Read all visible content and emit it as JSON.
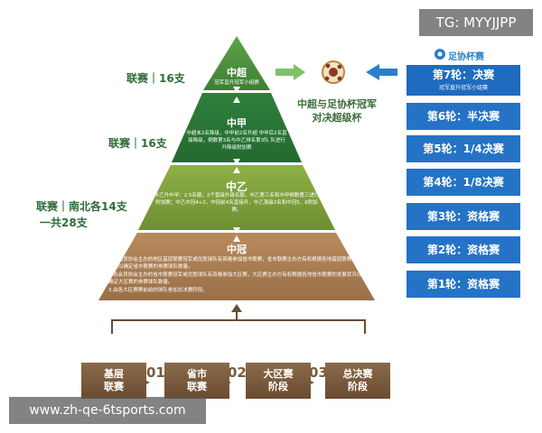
{
  "watermarks": {
    "top": "TG: MYYJJPP",
    "bottom": "www.zh-qe-6tsports.com"
  },
  "brand": {
    "name": "足协杯赛"
  },
  "pyramid": {
    "tiers": [
      {
        "title": "中超",
        "desc": "冠军直升冠军小组赛",
        "side_label": "联赛｜16支",
        "color": "#4b8f3f"
      },
      {
        "title": "中甲",
        "desc": "中超末2名降级，中甲前2名升超 中甲后2名直接降级，倒数第3名与中乙排名第3队 队进行升降级附加赛",
        "side_label": "联赛｜16支",
        "color": "#2e7b3a"
      },
      {
        "title": "中乙",
        "desc": "中乙升中甲：2.5名额，2个晋级升级名额，中乙第三名和中甲倒数第三进行附加赛；中乙中冠4+2，中冠前4名直接升，中乙落级2名和中冠5、6附加赛。",
        "side_label_line1": "联赛｜南北各14支",
        "side_label_line2": "一共28支",
        "color": "#7c9a3a"
      },
      {
        "title": "中冠",
        "desc_lines": [
          "1.各会员协会主办的地区基层联赛冠军或优胜球队有资格参加省市联赛，省市联赛主办方有权根据各地基层联赛发展状况以确定省市联赛的参赛球队数量。",
          "2.各会员协会主办的省市联赛冠军或优胜球队有资格参加大区赛，大区赛主办方有权根据各地省市联赛的发展状况以确定大区赛的参赛球队数量。",
          "3.由各大区赛赛前前的球队参加总决赛阶段。"
        ],
        "color": "#a57a52"
      }
    ]
  },
  "final": {
    "line1": "中超与足协杯冠军",
    "line2": "对决超级杯"
  },
  "rounds": [
    {
      "label": "第7轮：决赛",
      "sub": "冠军直升冠军小组赛"
    },
    {
      "label": "第6轮：半决赛"
    },
    {
      "label": "第5轮：1/4决赛"
    },
    {
      "label": "第4轮：1/8决赛"
    },
    {
      "label": "第3轮：资格赛"
    },
    {
      "label": "第2轮：资格赛"
    },
    {
      "label": "第1轮：资格赛"
    }
  ],
  "stages": [
    {
      "line1": "基层",
      "line2": "联赛"
    },
    {
      "line1": "省市",
      "line2": "联赛"
    },
    {
      "line1": "大区赛",
      "line2": "阶段"
    },
    {
      "line1": "总决赛",
      "line2": "阶段"
    }
  ],
  "stage_numbers": [
    "01",
    "02",
    "03"
  ],
  "colors": {
    "round_blue": "#2473c6",
    "arrow_green": "#7cc26a",
    "arrow_blue": "#2a7fc8",
    "stage_brown": "#7a5a3e"
  }
}
